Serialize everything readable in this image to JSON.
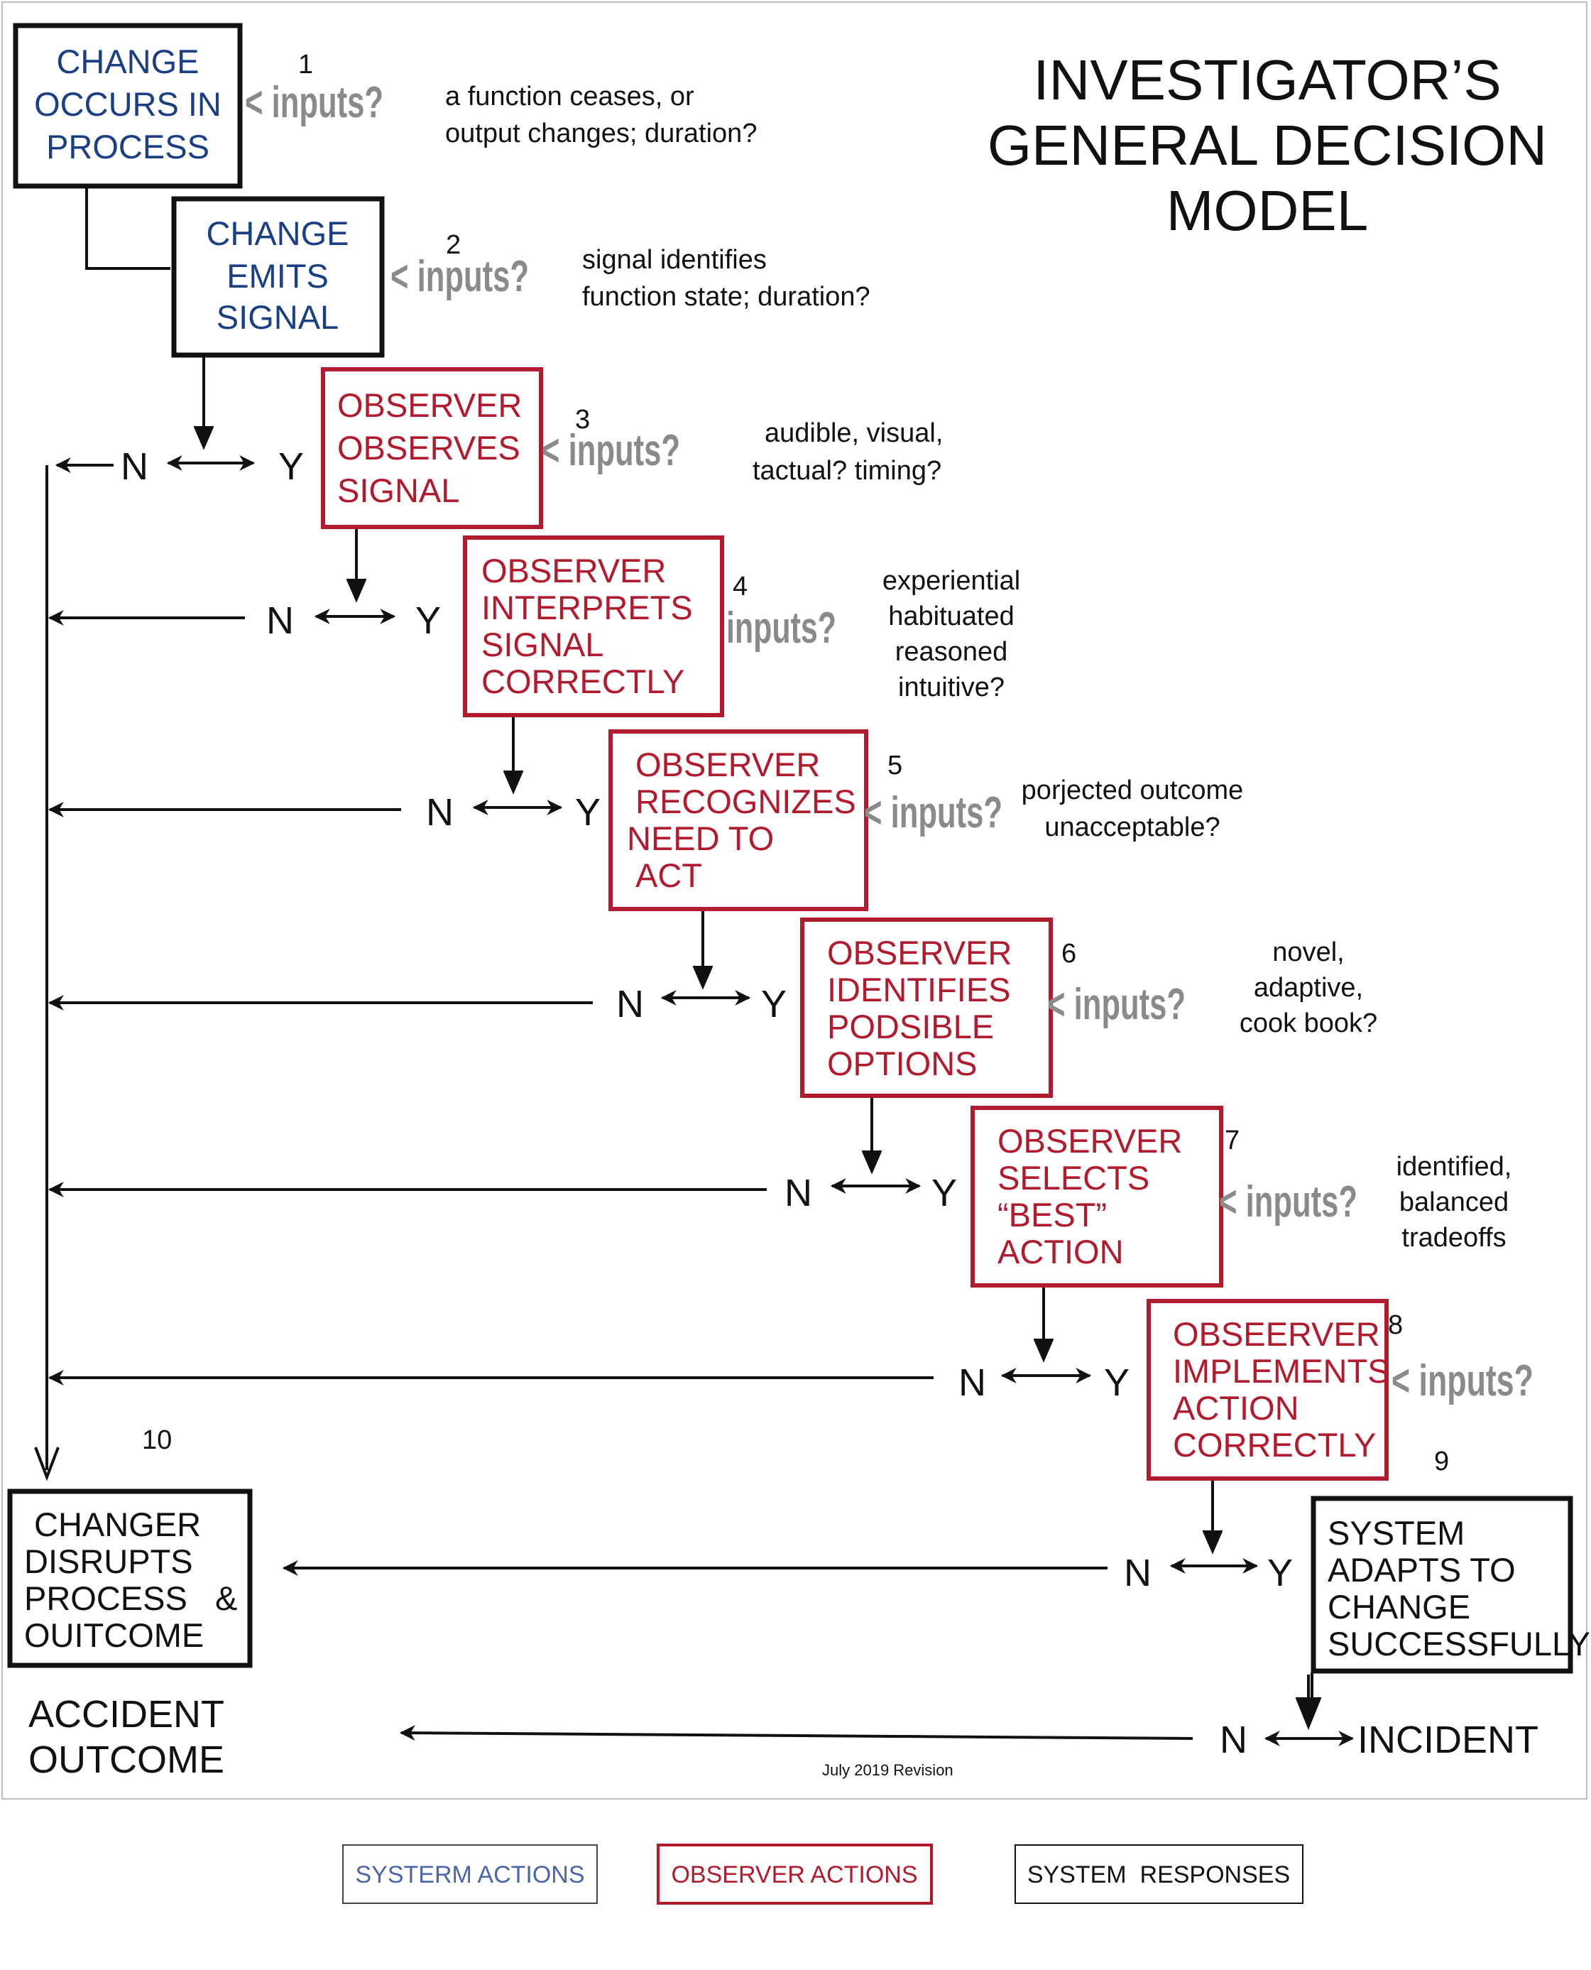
{
  "title": [
    "INVESTIGATOR’S",
    "GENERAL DECISION",
    "MODEL"
  ],
  "steps": [
    {
      "number": "1",
      "lines": [
        "CHANGE",
        "OCCURS IN",
        "PROCESS"
      ],
      "inputs": "< inputs?",
      "note": [
        "a function ceases, or",
        "output  changes; duration?"
      ]
    },
    {
      "number": "2",
      "lines": [
        "CHANGE",
        "EMITS",
        "SIGNAL"
      ],
      "inputs": "< inputs?",
      "note": [
        "signal identifies",
        "function state; duration?"
      ]
    },
    {
      "number": "3",
      "lines": [
        "OBSERVER",
        "OBSERVES",
        "SIGNAL"
      ],
      "inputs": "< inputs?",
      "note": [
        "audible, visual,",
        "tactual?  timing?"
      ]
    },
    {
      "number": "4",
      "lines": [
        "OBSERVER",
        "INTERPRETS",
        "SIGNAL",
        "CORRECTLY"
      ],
      "inputs": "inputs?",
      "note": [
        "experiential",
        "habituated",
        "reasoned",
        "intuitive?"
      ]
    },
    {
      "number": "5",
      "lines": [
        "OBSERVER",
        "RECOGNIZES",
        "NEED TO",
        "ACT"
      ],
      "inputs": "< inputs?",
      "note": [
        "porjected outcome",
        "unacceptable?"
      ]
    },
    {
      "number": "6",
      "lines": [
        "OBSERVER",
        "IDENTIFIES",
        "PODSIBLE",
        "OPTIONS"
      ],
      "inputs": "< inputs?",
      "note": [
        "novel,",
        "adaptive,",
        "cook book?"
      ]
    },
    {
      "number": "7",
      "lines": [
        "OBSERVER",
        "SELECTS",
        "“BEST”",
        "ACTION"
      ],
      "inputs": "< inputs?",
      "note": [
        "identified,",
        "balanced",
        "tradeoffs"
      ]
    },
    {
      "number": "8",
      "lines": [
        "OBSEERVER",
        "IMPLEMENTS",
        "ACTION",
        "CORRECTLY"
      ],
      "inputs": "< inputs?",
      "note": []
    }
  ],
  "response_boxes": {
    "adapts": {
      "number": "9",
      "lines": [
        "SYSTEM",
        "ADAPTS TO",
        "CHANGE",
        "SUCCESSFULLY"
      ]
    },
    "disrupts": {
      "number": "10",
      "lines": [
        "CHANGER",
        "DISRUPTS",
        "PROCESS   &",
        "OUITCOME"
      ]
    }
  },
  "branch": {
    "no": "N",
    "yes": "Y"
  },
  "outcomes": {
    "accident": [
      "ACCIDENT",
      "OUTCOME"
    ],
    "incident": "INCIDENT"
  },
  "revision": "July 2019 Revision",
  "legend": [
    {
      "label": "SYSTERM ACTIONS",
      "color": "#4a66a8"
    },
    {
      "label": "OBSERVER ACTIONS",
      "color": "#b21a2e"
    },
    {
      "label": "SYSTEM  RESPONSES",
      "color": "#111111"
    }
  ],
  "colors": {
    "system_action": "#1b3f84",
    "observer_action": "#b21a2e",
    "system_response": "#111111",
    "inputs": "#8a8a8a"
  }
}
